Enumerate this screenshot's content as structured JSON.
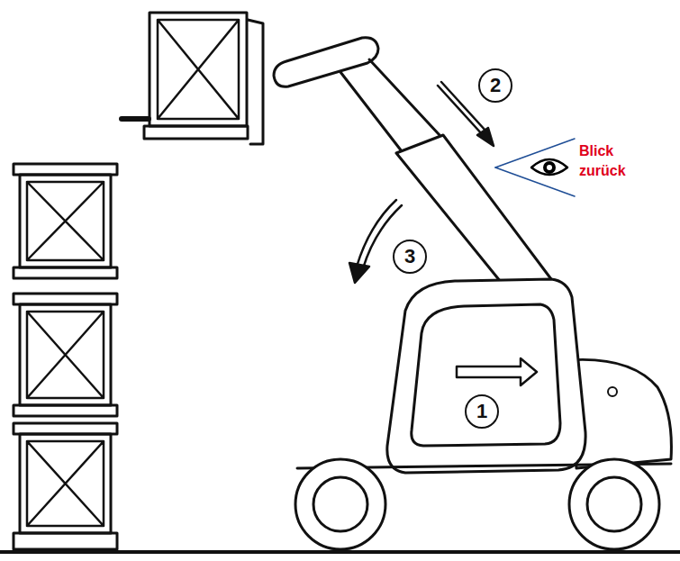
{
  "diagram": {
    "nodes": [
      {
        "text": [
          "2"
        ]
      },
      {
        "text": [
          "3"
        ]
      },
      {
        "text": [
          "1"
        ]
      }
    ],
    "labels": [
      "Blick zurück"
    ]
  }
}
